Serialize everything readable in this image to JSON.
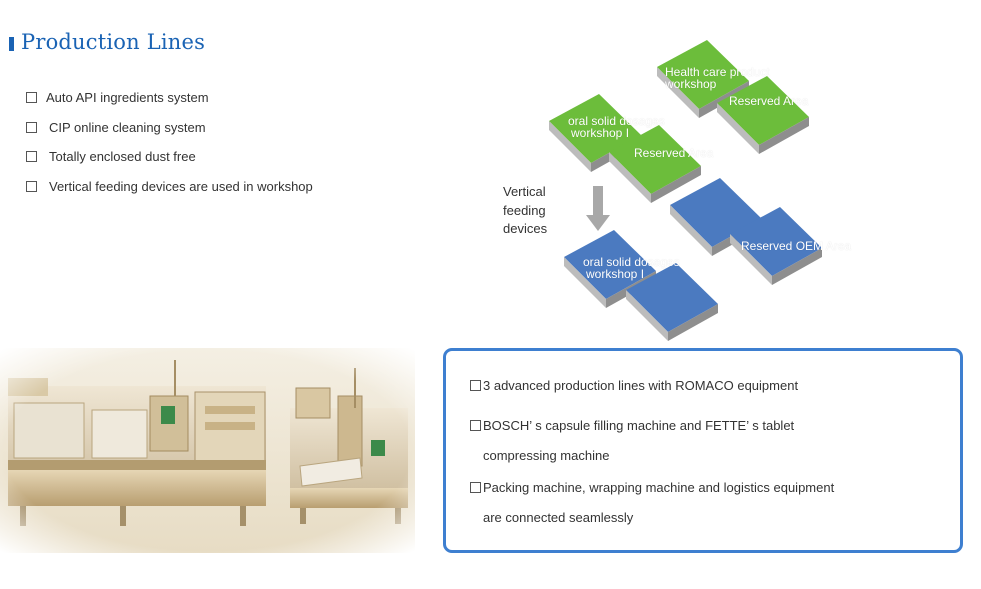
{
  "header": {
    "title": "Production Lines"
  },
  "features": [
    "Auto API ingredients system",
    "CIP online cleaning system",
    "Totally enclosed dust free",
    "Vertical feeding devices are used in workshop"
  ],
  "diagram": {
    "green_tiles": {
      "health_care": [
        "Health care product",
        "workshop"
      ],
      "reserved_top": "Reserved Area",
      "osd": [
        "oral solid dosages",
        "workshop I"
      ],
      "reserved_bottom": "Reserved Area"
    },
    "feeding": [
      "Vertical",
      "feeding",
      "devices"
    ],
    "blue_tiles": {
      "osd": [
        "oral solid dosages",
        "workshop I"
      ],
      "reserved_oem": "Reserved OEM Area"
    },
    "colors": {
      "green": "#6cbd3b",
      "blue": "#4b7ac0",
      "arrow": "#a8a8a8"
    }
  },
  "info_box": {
    "items": [
      {
        "line1": "3 advanced production lines with ROMACO equipment",
        "line2": ""
      },
      {
        "line1": "BOSCH’ s capsule filling machine and FETTE’ s tablet",
        "line2": "compressing machine"
      },
      {
        "line1": "Packing machine, wrapping machine and logistics equipment",
        "line2": "are connected seamlessly"
      }
    ]
  }
}
